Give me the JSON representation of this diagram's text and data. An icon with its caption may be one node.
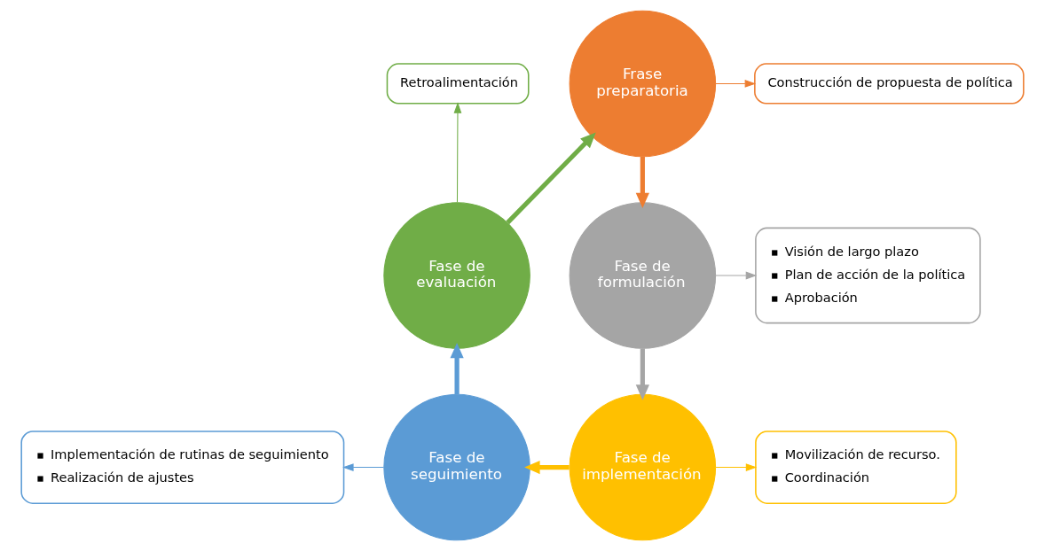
{
  "diagram": {
    "nodes": [
      {
        "text": [
          "Frase preparatoria"
        ]
      },
      {
        "text": [
          "Construcción de propuesta de política"
        ]
      },
      {
        "text": [
          "Fase de formulación"
        ]
      },
      {
        "text": [
          "Visión de largo plazo",
          "Plan de acción de la política",
          "Aprobación"
        ]
      },
      {
        "text": [
          "Fase de implementación"
        ]
      },
      {
        "text": [
          "Movilización de recurso.",
          "Coordinación"
        ]
      },
      {
        "text": [
          "Fase de seguimiento"
        ]
      },
      {
        "text": [
          "Implementación de rutinas de seguimiento",
          "Realización de ajustes"
        ]
      },
      {
        "text": [
          "Fase de evaluación"
        ]
      },
      {
        "text": [
          "Retroalimentación"
        ]
      }
    ],
    "edges": [
      {
        "from": 0,
        "to": 1,
        "arrow": "to",
        "color": "#ed7d31"
      },
      {
        "from": 0,
        "to": 2,
        "arrow": "to",
        "style": "thick",
        "color": "#ed7d31"
      },
      {
        "from": 2,
        "to": 3,
        "arrow": "to",
        "color": "#a5a5a5"
      },
      {
        "from": 2,
        "to": 4,
        "arrow": "to",
        "style": "thick",
        "color": "#a5a5a5"
      },
      {
        "from": 4,
        "to": 5,
        "arrow": "to",
        "color": "#ffc000"
      },
      {
        "from": 4,
        "to": 6,
        "arrow": "to",
        "style": "thick",
        "color": "#ffc000"
      },
      {
        "from": 6,
        "to": 7,
        "arrow": "to",
        "color": "#5b9bd5"
      },
      {
        "from": 6,
        "to": 8,
        "arrow": "to",
        "style": "thick",
        "color": "#5b9bd5"
      },
      {
        "from": 8,
        "to": 0,
        "arrow": "to",
        "style": "thick",
        "color": "#70ad47"
      },
      {
        "from": 8,
        "to": 9,
        "arrow": "to",
        "color": "#70ad47"
      }
    ]
  }
}
